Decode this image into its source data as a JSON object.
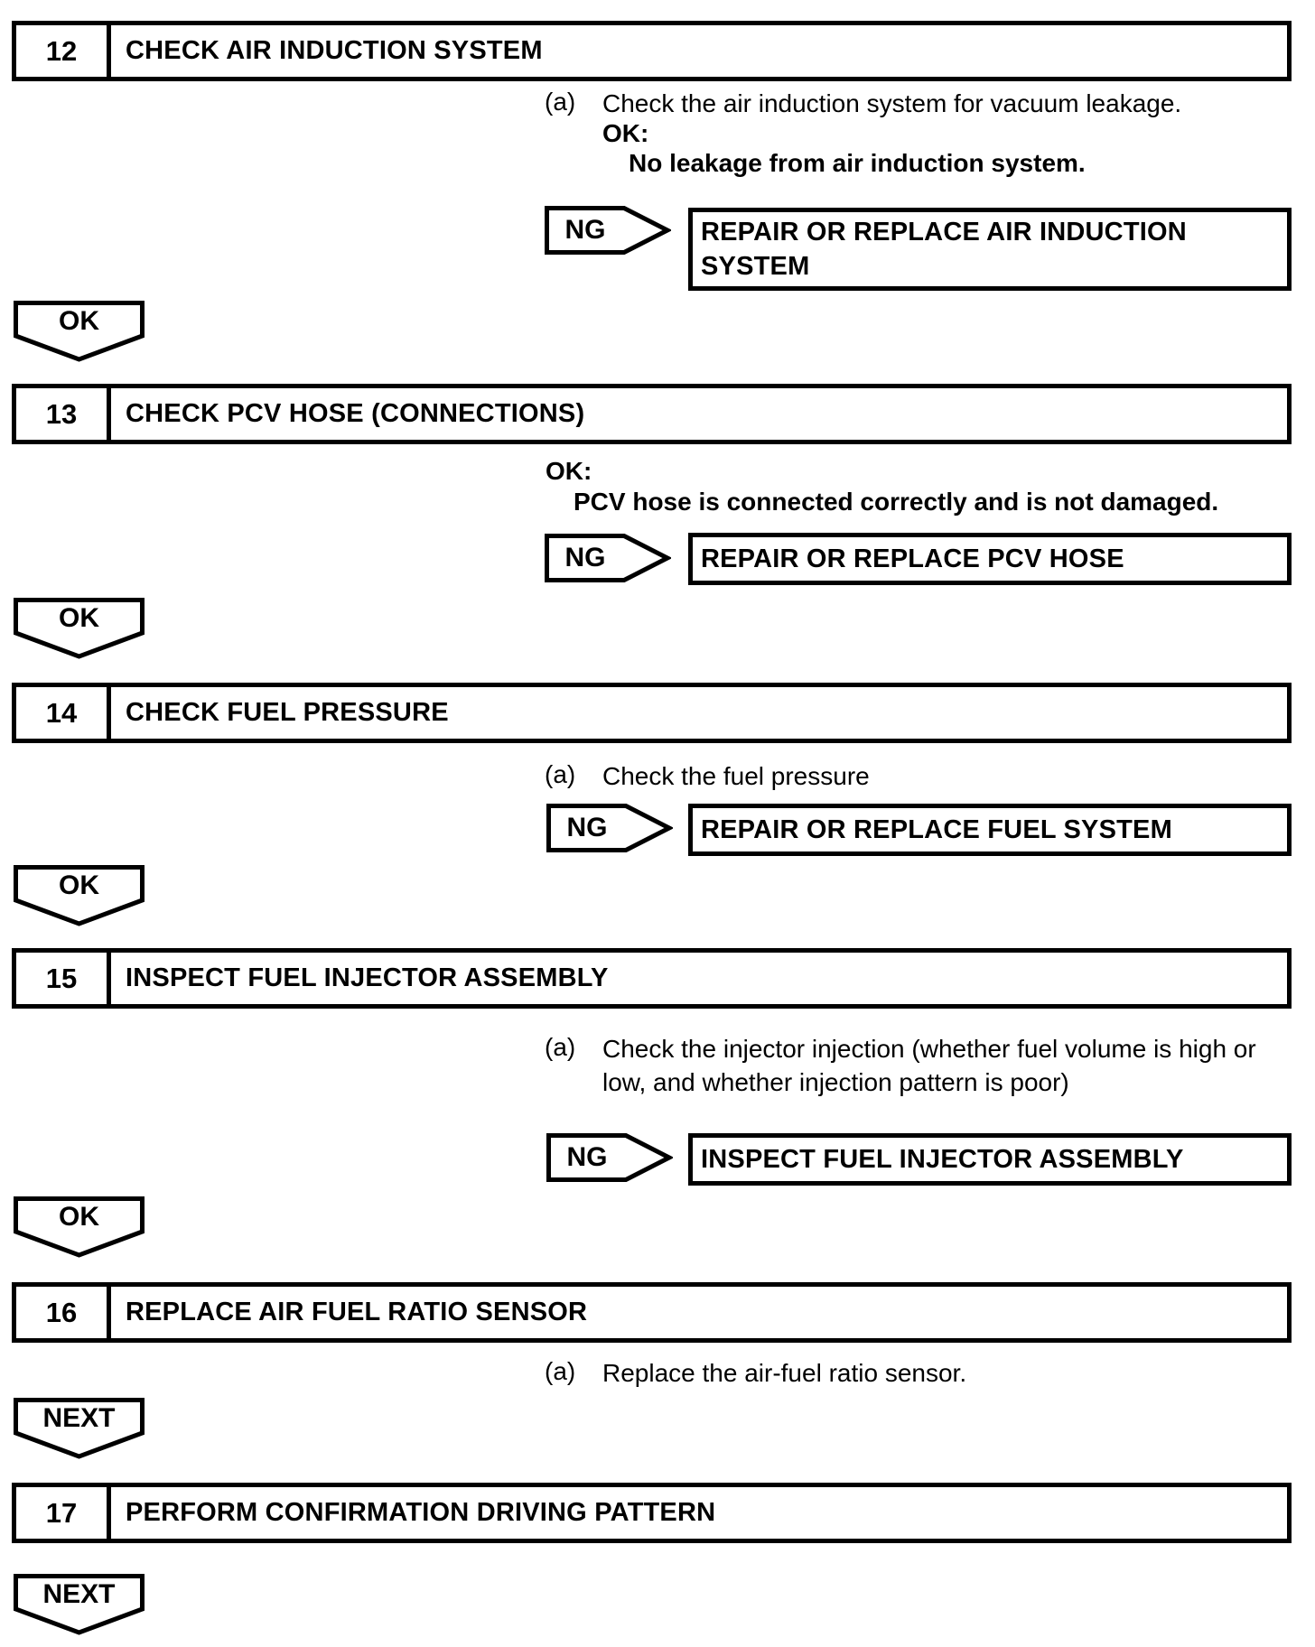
{
  "labels": {
    "ng": "NG"
  },
  "steps": [
    {
      "number": "12",
      "title": "CHECK AIR INDUCTION SYSTEM",
      "body": {
        "item_marker": "(a)",
        "item_text": "Check the air induction system for vacuum leakage.",
        "ok_label": "OK:",
        "ok_desc": "No leakage from air induction system."
      },
      "ng_action": "REPAIR OR REPLACE AIR INDUCTION SYSTEM",
      "connector": "OK"
    },
    {
      "number": "13",
      "title": "CHECK PCV HOSE (CONNECTIONS)",
      "body": {
        "ok_label": "OK:",
        "ok_desc": "PCV hose is connected correctly and is not damaged."
      },
      "ng_action": "REPAIR OR REPLACE PCV HOSE",
      "connector": "OK"
    },
    {
      "number": "14",
      "title": "CHECK FUEL PRESSURE",
      "body": {
        "item_marker": "(a)",
        "item_text": "Check the fuel pressure"
      },
      "ng_action": "REPAIR OR REPLACE FUEL SYSTEM",
      "connector": "OK"
    },
    {
      "number": "15",
      "title": "INSPECT FUEL INJECTOR ASSEMBLY",
      "body": {
        "item_marker": "(a)",
        "item_text": "Check the injector injection (whether fuel volume is high or low, and whether injection pattern is poor)"
      },
      "ng_action": "INSPECT FUEL INJECTOR ASSEMBLY",
      "connector": "OK"
    },
    {
      "number": "16",
      "title": "REPLACE AIR FUEL RATIO SENSOR",
      "body": {
        "item_marker": "(a)",
        "item_text": "Replace the air-fuel ratio sensor."
      },
      "connector": "NEXT"
    },
    {
      "number": "17",
      "title": "PERFORM CONFIRMATION DRIVING PATTERN",
      "connector": "NEXT"
    }
  ]
}
